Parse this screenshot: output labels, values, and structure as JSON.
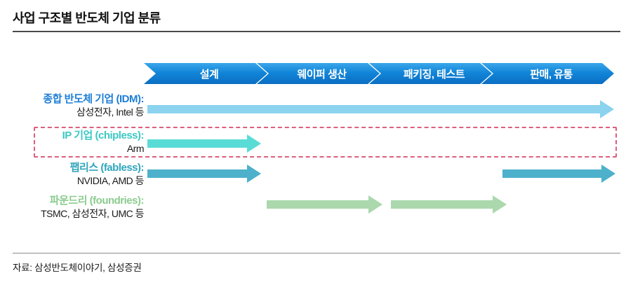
{
  "title": "사업 구조별 반도체 기업 분류",
  "stages": [
    {
      "label": "설계"
    },
    {
      "label": "웨이퍼 생산"
    },
    {
      "label": "패키징, 테스트"
    },
    {
      "label": "판매, 유통"
    }
  ],
  "rows": [
    {
      "name": "종합 반도체 기업 (IDM):",
      "companies": "삼성전자, Intel 등",
      "label_color": "#1d7ed6",
      "arrow_color": "#8bd3ef",
      "coverage": [
        "설계",
        "웨이퍼 생산",
        "패키징, 테스트",
        "판매, 유통"
      ],
      "highlighted": false
    },
    {
      "name": "IP 기업 (chipless):",
      "companies": "Arm",
      "label_color": "#3cc8c4",
      "arrow_color": "#5adcd6",
      "coverage": [
        "설계"
      ],
      "highlighted": true
    },
    {
      "name": "팹리스 (fabless):",
      "companies": "NVIDIA, AMD 등",
      "label_color": "#2ea6bd",
      "arrow_color": "#4db1cb",
      "coverage": [
        "설계",
        "판매, 유통"
      ],
      "highlighted": false
    },
    {
      "name": "파운드리 (foundries):",
      "companies": "TSMC, 삼성전자, UMC 등",
      "label_color": "#8bcc8e",
      "arrow_color": "#abd8ad",
      "coverage": [
        "웨이퍼 생산",
        "패키징, 테스트"
      ],
      "highlighted": false
    }
  ],
  "colors": {
    "chevron_top": "#3aa6ea",
    "chevron_bottom": "#0a6ec2",
    "highlight_box": "#db6080",
    "title_rule": "#4a4a4a"
  },
  "source": "자료: 삼성반도체이야기, 삼성증권"
}
